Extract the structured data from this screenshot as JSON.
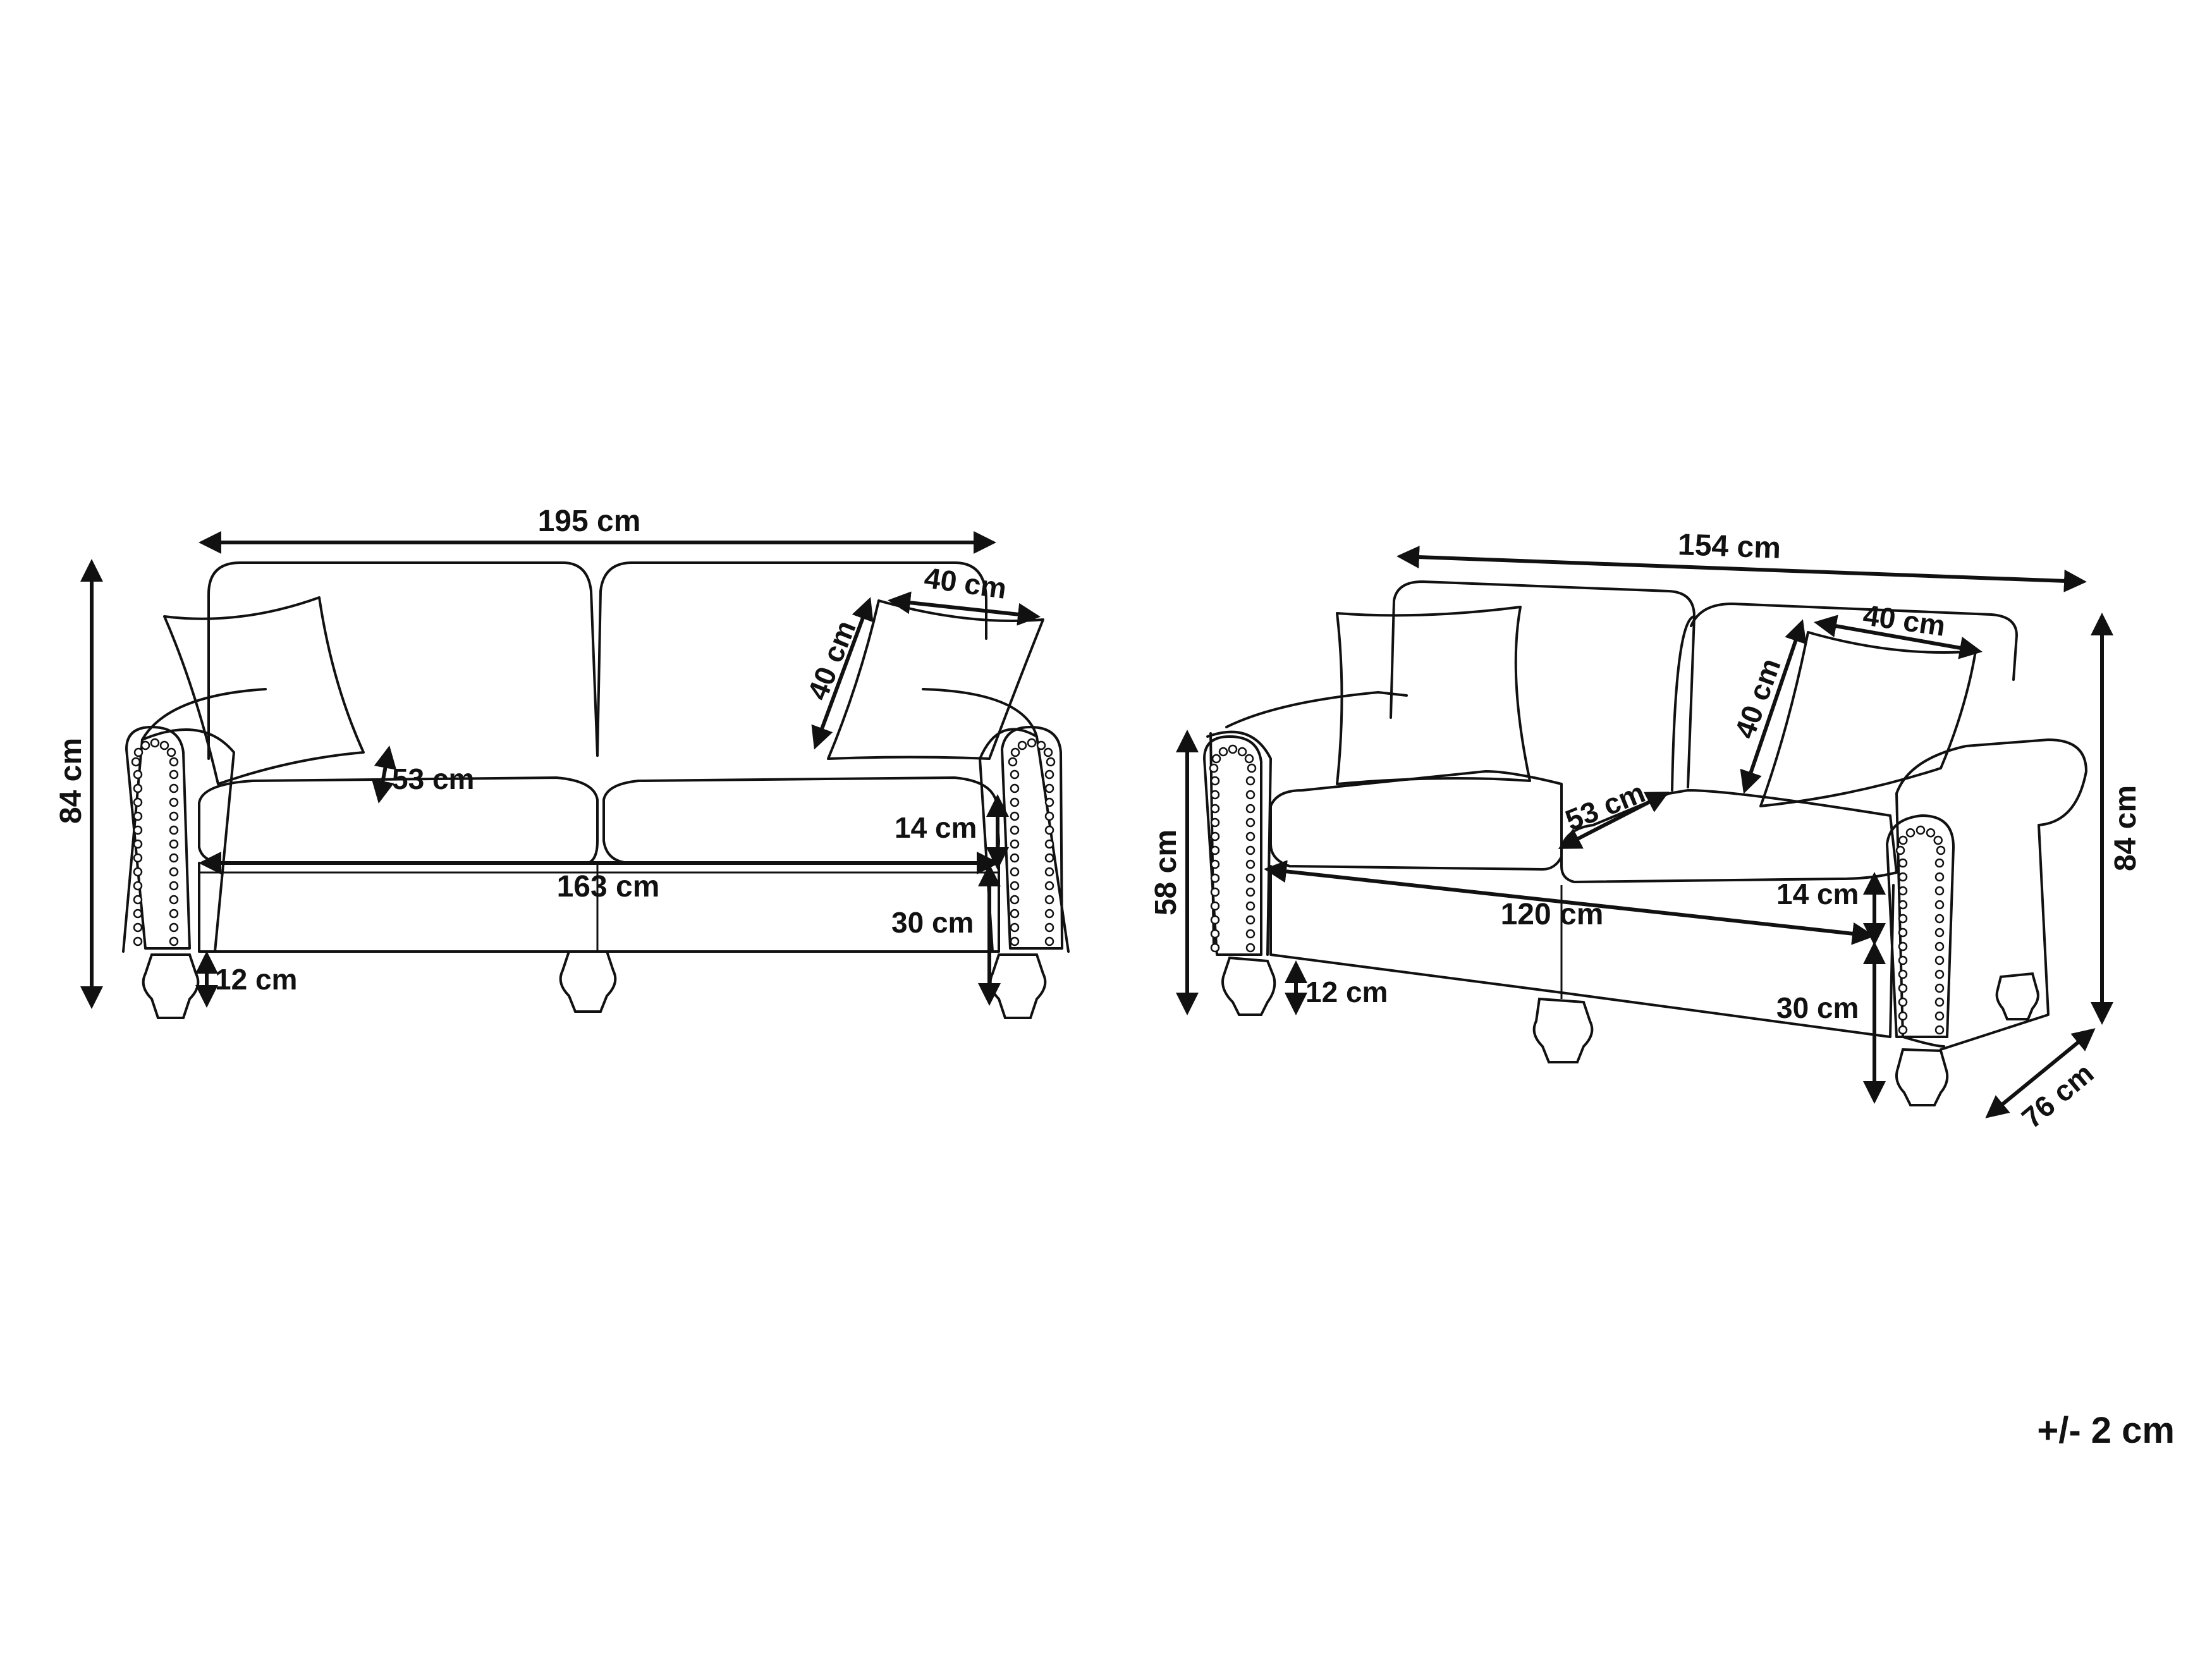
{
  "sofa_3_seater": {
    "width": "195 cm",
    "height": "84 cm",
    "pillow_width": "40 cm",
    "pillow_height": "40 cm",
    "seat_depth": "53 cm",
    "cushion_height": "14 cm",
    "seat_width": "163 cm",
    "seat_base_height": "30 cm",
    "leg_height": "12 cm"
  },
  "sofa_2_seater": {
    "width": "154 cm",
    "height": "84 cm",
    "depth": "76 cm",
    "pillow_width": "40 cm",
    "pillow_height": "40 cm",
    "seat_depth": "53 cm",
    "cushion_height": "14 cm",
    "seat_width": "120 cm",
    "seat_height": "58 cm",
    "seat_base_height": "30 cm",
    "leg_height": "12 cm"
  },
  "tolerance": "+/- 2 cm",
  "colors": {
    "line": "#111111",
    "background": "#ffffff"
  }
}
